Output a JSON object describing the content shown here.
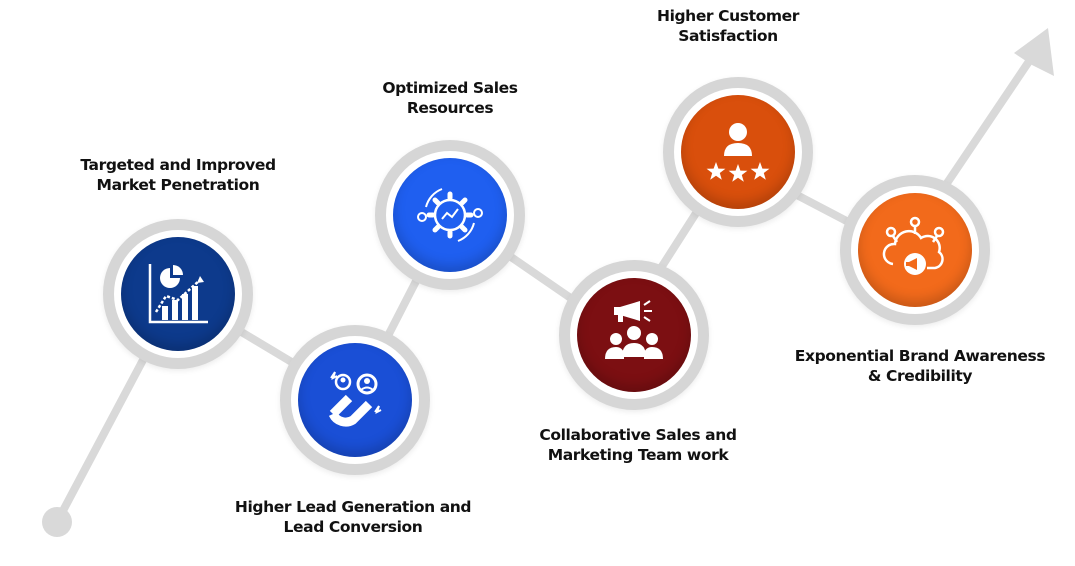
{
  "steps": [
    {
      "id": "market-penetration",
      "label_line1": "Targeted and Improved",
      "label_line2": "Market Penetration",
      "icon": "growth-chart-icon",
      "color": "#0d3a8c"
    },
    {
      "id": "lead-generation",
      "label_line1": "Higher Lead Generation and",
      "label_line2": "Lead Conversion",
      "icon": "lead-magnet-icon",
      "color": "#1a4fd6"
    },
    {
      "id": "sales-resources",
      "label_line1": "Optimized Sales",
      "label_line2": "Resources",
      "icon": "gear-cycle-icon",
      "color": "#1f5ff0"
    },
    {
      "id": "team-work",
      "label_line1": "Collaborative Sales and",
      "label_line2": "Marketing Team work",
      "icon": "team-megaphone-icon",
      "color": "#7c0f12"
    },
    {
      "id": "customer-satisfaction",
      "label_line1": "Higher Customer",
      "label_line2": "Satisfaction",
      "icon": "customer-rating-icon",
      "color": "#d94f0c"
    },
    {
      "id": "brand-awareness",
      "label_line1": "Exponential Brand Awareness",
      "label_line2": "& Credibility",
      "icon": "brand-cloud-icon",
      "color": "#f26a1b"
    }
  ],
  "path_color": "#d9d9d9"
}
